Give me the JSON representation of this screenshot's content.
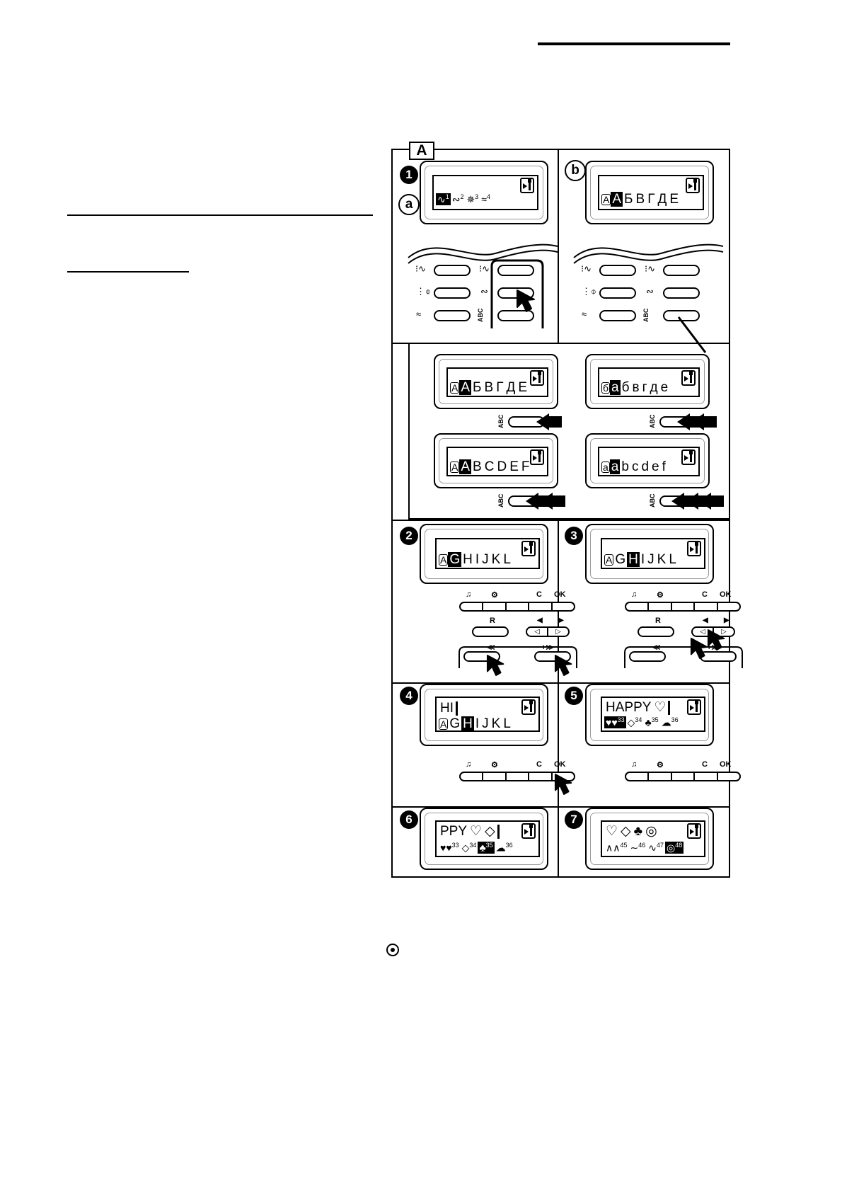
{
  "figure": {
    "label": "A",
    "callouts": {
      "a": "a",
      "b": "b"
    },
    "steps": [
      "1",
      "2",
      "3",
      "4",
      "5",
      "6",
      "7"
    ]
  },
  "lcd_screens": {
    "step1a": {
      "name": "stitch-pattern-selection",
      "chars": [
        "1",
        "2",
        "3",
        "4"
      ],
      "selected_index": 0,
      "icon": "memory-needle-icon"
    },
    "step1b": {
      "name": "cyrillic-uppercase-font",
      "mode_char": "A",
      "chars": [
        "A",
        "Б",
        "В",
        "Г",
        "Д",
        "Е"
      ],
      "cursor_index": 0,
      "icon": "memory-needle-icon"
    },
    "cyrillic_upper": {
      "name": "cyrillic-uppercase-font",
      "mode_char": "A",
      "chars": [
        "A",
        "Б",
        "В",
        "Г",
        "Д",
        "Е"
      ],
      "cursor_index": 0,
      "icon": "memory-needle-icon"
    },
    "cyrillic_lower": {
      "name": "cyrillic-lowercase-font",
      "mode_char": "б",
      "chars": [
        "а",
        "б",
        "в",
        "г",
        "д",
        "е"
      ],
      "cursor_index": 0,
      "icon": "memory-needle-icon"
    },
    "latin_upper": {
      "name": "latin-uppercase-font",
      "mode_char": "A",
      "chars": [
        "A",
        "B",
        "C",
        "D",
        "E",
        "F"
      ],
      "cursor_index": 0,
      "icon": "memory-needle-icon"
    },
    "latin_lower": {
      "name": "latin-lowercase-font",
      "mode_char": "a",
      "chars": [
        "a",
        "b",
        "c",
        "d",
        "e",
        "f"
      ],
      "cursor_index": 0,
      "icon": "memory-needle-icon"
    },
    "step2": {
      "name": "letter-select-g",
      "mode_char": "A",
      "chars": [
        "G",
        "H",
        "I",
        "J",
        "K",
        "L"
      ],
      "cursor_index": 0,
      "icon": "memory-needle-icon"
    },
    "step3": {
      "name": "letter-select-h",
      "mode_char": "A",
      "chars": [
        "G",
        "H",
        "I",
        "J",
        "K",
        "L"
      ],
      "cursor_index": 1,
      "icon": "memory-needle-icon"
    },
    "step4": {
      "name": "entered-text-hi",
      "text_line": "HI",
      "mode_char": "A",
      "chars": [
        "G",
        "H",
        "I",
        "J",
        "K",
        "L"
      ],
      "cursor_index": 1,
      "icon": "memory-needle-icon"
    },
    "step5": {
      "name": "entered-text-happy-heart",
      "text_line": "HAPPY",
      "symbol_numbers": [
        "33",
        "34",
        "35",
        "36"
      ],
      "symbols": [
        "heart",
        "diamond",
        "clover",
        "cloud"
      ],
      "selected_symbol_index": 0,
      "icon": "memory-needle-icon"
    },
    "step6": {
      "name": "scrolled-text-ppy",
      "text_line": "PPY",
      "symbol_numbers": [
        "33",
        "34",
        "35",
        "36"
      ],
      "symbols": [
        "heart",
        "diamond",
        "clover",
        "cloud"
      ],
      "selected_symbol_index": 3,
      "icon": "memory-needle-icon"
    },
    "step7": {
      "name": "symbol-palette",
      "top_symbols": [
        "heart",
        "diamond",
        "clover",
        "circle"
      ],
      "symbol_numbers": [
        "45",
        "46",
        "47",
        "48"
      ],
      "selected_symbol_index": 3,
      "icon": "memory-needle-icon"
    }
  },
  "control_panel": {
    "mode_buttons": [
      {
        "id": "stitch-zigzag-dotted",
        "glyph": "⌇"
      },
      {
        "id": "stitch-blind-hem",
        "glyph": "⌇"
      },
      {
        "id": "stitch-needle-position",
        "glyph": "⌀"
      },
      {
        "id": "stitch-decorative",
        "glyph": "∿"
      },
      {
        "id": "stitch-wave",
        "glyph": "≈"
      },
      {
        "id": "abc-letter-mode",
        "glyph": "ABC"
      }
    ],
    "abc_label": "ABC",
    "seg_labels": {
      "music": "♫",
      "settings": "⚙",
      "clear": "C",
      "ok": "OK"
    },
    "nav_labels": {
      "reverse": "R",
      "left": "◀",
      "right": "▶"
    },
    "width_labels": {
      "minus": "≪−",
      "plus": "+≫"
    }
  },
  "press_counts": {
    "cyrillic_upper": 1,
    "cyrillic_lower": 2,
    "latin_upper": 2,
    "latin_lower": 3
  },
  "colors": {
    "ink": "#000000",
    "paper": "#ffffff",
    "hairline": "#9a9a9a"
  }
}
